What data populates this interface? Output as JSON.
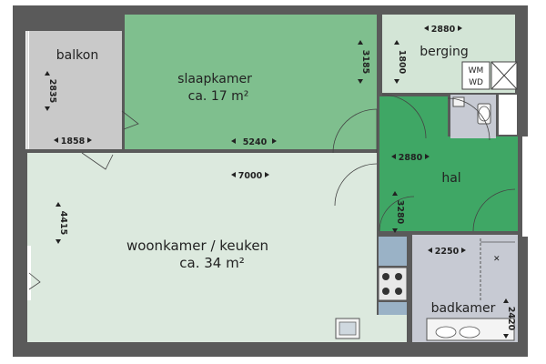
{
  "colors": {
    "wall": "#5a5a5a",
    "bedroom": "#7fbf8e",
    "hall": "#3fa765",
    "living": "#dce9de",
    "storage": "#d3e5d6",
    "balcony": "#c9c9c9",
    "bathroom": "#c7cad3",
    "kitchen_counter": "#9ab2c6"
  },
  "rooms": {
    "balkon": {
      "label": "balkon"
    },
    "slaapkamer": {
      "label": "slaapkamer",
      "area": "ca. 17 m²"
    },
    "berging": {
      "label": "berging"
    },
    "hal": {
      "label": "hal"
    },
    "woonkamer": {
      "label": "woonkamer / keuken",
      "area": "ca. 34 m²"
    },
    "badkamer": {
      "label": "badkamer"
    }
  },
  "appliances": {
    "washer": "WM",
    "dryer": "WD"
  },
  "dimensions": {
    "balkon_width": "1858",
    "balkon_depth": "2835",
    "slaapkamer_width": "5240",
    "slaapkamer_depth": "3185",
    "berging_width": "2880",
    "berging_depth": "1800",
    "hal_width": "2880",
    "hal_depth": "3280",
    "woonkamer_width": "7000",
    "woonkamer_depth": "4415",
    "badkamer_width": "2250",
    "badkamer_depth": "2420"
  }
}
